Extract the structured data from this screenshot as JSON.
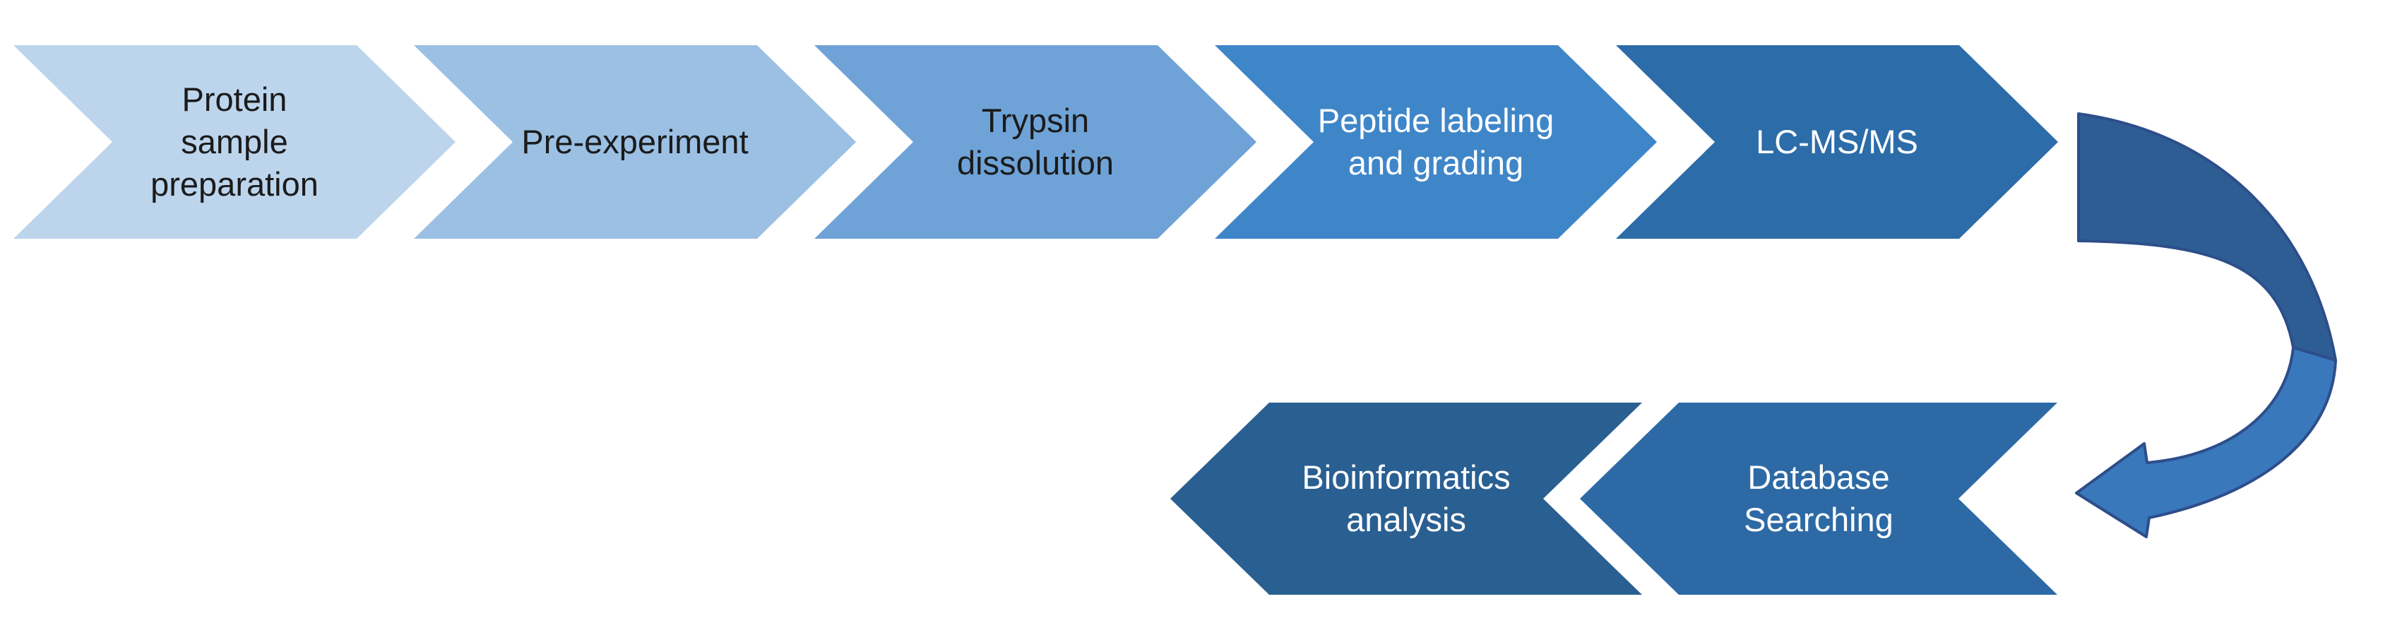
{
  "diagram": {
    "type": "process-flow",
    "background": "#FFFFFF",
    "top_row": {
      "direction": "right",
      "steps": [
        {
          "label": "Protein\nsample\npreparation",
          "fill": "#BCD5EC",
          "text_color": "#1B1B1B"
        },
        {
          "label": "Pre-experiment",
          "fill": "#9BC0E4",
          "text_color": "#1B1B1B"
        },
        {
          "label": "Trypsin\ndissolution",
          "fill": "#6FA3D7",
          "text_color": "#1B1B1B"
        },
        {
          "label": "Peptide labeling\nand grading",
          "fill": "#3F86C9",
          "text_color": "#FFFFFF"
        },
        {
          "label": "LC-MS/MS",
          "fill": "#2C6CA8",
          "text_color": "#FFFFFF"
        }
      ]
    },
    "bottom_row": {
      "direction": "left",
      "steps": [
        {
          "label": "Bioinformatics\nanalysis",
          "fill": "#2A5F92",
          "text_color": "#FFFFFF"
        },
        {
          "label": "Database\nSearching",
          "fill": "#2D6AA5",
          "text_color": "#FFFFFF"
        }
      ]
    },
    "connector": {
      "shape": "curved-u-turn-arrow",
      "fill_upper": "#2E5D94",
      "fill_lower": "#3A78BC",
      "outline": "#2D4E8A"
    }
  }
}
